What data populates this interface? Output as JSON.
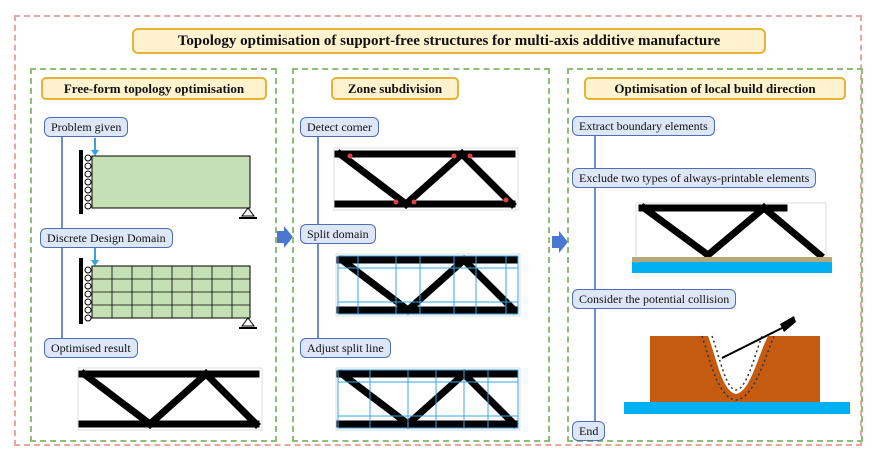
{
  "title": "Topology optimisation of support-free structures for multi-axis additive manufacture",
  "panels": {
    "p1": {
      "title": "Free-form topology optimisation",
      "steps": [
        "Problem given",
        "Discrete Design Domain",
        "Optimised result"
      ]
    },
    "p2": {
      "title": "Zone subdivision",
      "steps": [
        "Detect corner",
        "Split domain",
        "Adjust split line"
      ]
    },
    "p3": {
      "title": "Optimisation of local build direction",
      "steps": [
        "Extract boundary elements",
        "Exclude two types of always-printable elements",
        "Consider the potential collision",
        "End"
      ]
    }
  },
  "colors": {
    "title_fill": "#fff3cf",
    "title_border": "#e3b437",
    "panel_border": "#8cbf74",
    "step_fill": "#dde7f7",
    "step_border": "#4e6fb5",
    "flow_arrow": "#4a78d0",
    "domain_fill": "#c5e0b4",
    "build_plate": "#00b0f0",
    "part_fill": "#c55a11"
  }
}
